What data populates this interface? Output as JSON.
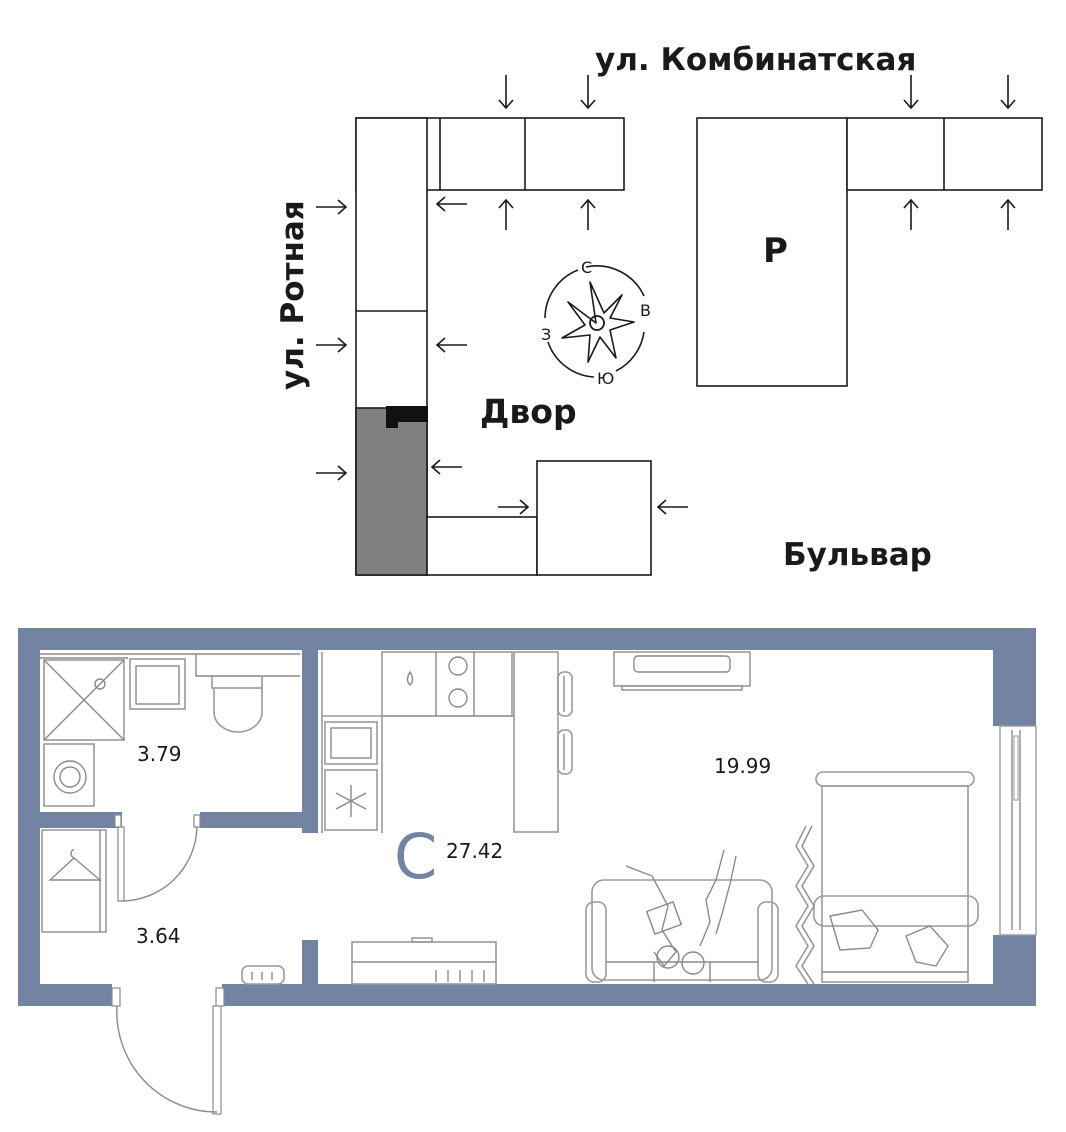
{
  "site_plan": {
    "streets": {
      "top": "ул. Комбинатская",
      "left": "ул. Ротная",
      "right": "Бульвар"
    },
    "courtyard_label": "Двор",
    "parking_label": "P",
    "compass": {
      "north": "С",
      "east": "В",
      "south": "Ю",
      "west": "З"
    },
    "colors": {
      "line": "#1a1a1a",
      "highlight": "#808080"
    }
  },
  "floor_plan": {
    "apartment_type_letter": "С",
    "total_area": "27.42",
    "rooms": {
      "living_room_area": "19.99",
      "bathroom_area": "3.79",
      "hallway_area": "3.64"
    },
    "colors": {
      "walls": "#7384a3",
      "furniture": "#9a9a9a"
    }
  }
}
